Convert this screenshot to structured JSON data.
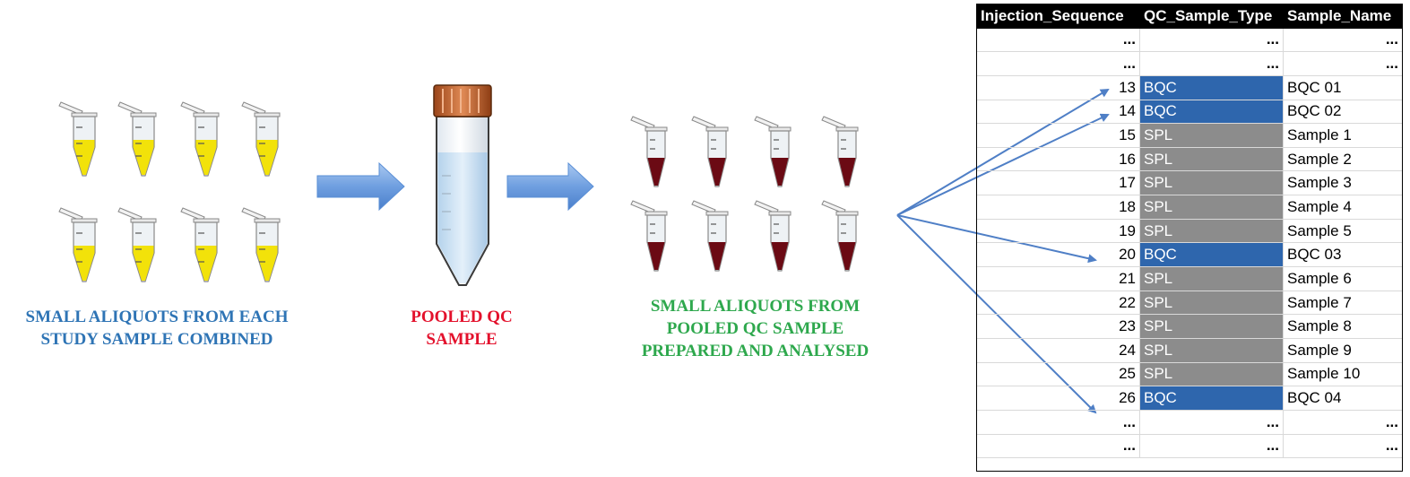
{
  "captions": {
    "study_samples": [
      "SMALL ALIQUOTS  FROM EACH",
      "STUDY SAMPLE COMBINED"
    ],
    "pooled": [
      "POOLED QC",
      "SAMPLE"
    ],
    "aliquots": [
      "SMALL ALIQUOTS  FROM",
      "POOLED QC SAMPLE",
      "PREPARED AND ANALYSED"
    ]
  },
  "colors": {
    "caption_blue": "#2e74b5",
    "caption_red": "#e3112c",
    "caption_green": "#2ea84d",
    "bqc_fill": "#2e66ad",
    "spl_fill": "#8c8c8c",
    "yellow_liquid": "#f2e20a",
    "dark_red_liquid": "#6b0a14",
    "cap_orange": "#c8622a",
    "arrow_blue": "#5a8fd6"
  },
  "icons": {
    "study_tube": "eppendorf-tube-yellow-icon",
    "pooled_tube": "falcon-tube-icon",
    "aliquot_tube": "eppendorf-tube-dark-red-icon",
    "flow_arrow": "block-arrow-right-icon"
  },
  "table": {
    "headers": [
      "Injection_Sequence",
      "QC_Sample_Type",
      "Sample_Name"
    ],
    "rows": [
      {
        "seq": "...",
        "type": "...",
        "name": "...",
        "kind": "dots"
      },
      {
        "seq": "...",
        "type": "...",
        "name": "...",
        "kind": "dots"
      },
      {
        "seq": "13",
        "type": "BQC",
        "name": "BQC 01",
        "kind": "BQC"
      },
      {
        "seq": "14",
        "type": "BQC",
        "name": "BQC 02",
        "kind": "BQC"
      },
      {
        "seq": "15",
        "type": "SPL",
        "name": "Sample 1",
        "kind": "SPL"
      },
      {
        "seq": "16",
        "type": "SPL",
        "name": "Sample 2",
        "kind": "SPL"
      },
      {
        "seq": "17",
        "type": "SPL",
        "name": "Sample 3",
        "kind": "SPL"
      },
      {
        "seq": "18",
        "type": "SPL",
        "name": "Sample 4",
        "kind": "SPL"
      },
      {
        "seq": "19",
        "type": "SPL",
        "name": "Sample 5",
        "kind": "SPL"
      },
      {
        "seq": "20",
        "type": "BQC",
        "name": "BQC 03",
        "kind": "BQC"
      },
      {
        "seq": "21",
        "type": "SPL",
        "name": "Sample 6",
        "kind": "SPL"
      },
      {
        "seq": "22",
        "type": "SPL",
        "name": "Sample 7",
        "kind": "SPL"
      },
      {
        "seq": "23",
        "type": "SPL",
        "name": "Sample 8",
        "kind": "SPL"
      },
      {
        "seq": "24",
        "type": "SPL",
        "name": "Sample 9",
        "kind": "SPL"
      },
      {
        "seq": "25",
        "type": "SPL",
        "name": "Sample 10",
        "kind": "SPL"
      },
      {
        "seq": "26",
        "type": "BQC",
        "name": "BQC 04",
        "kind": "BQC"
      },
      {
        "seq": "...",
        "type": "...",
        "name": "...",
        "kind": "dots"
      },
      {
        "seq": "...",
        "type": "...",
        "name": "...",
        "kind": "dots"
      }
    ]
  }
}
